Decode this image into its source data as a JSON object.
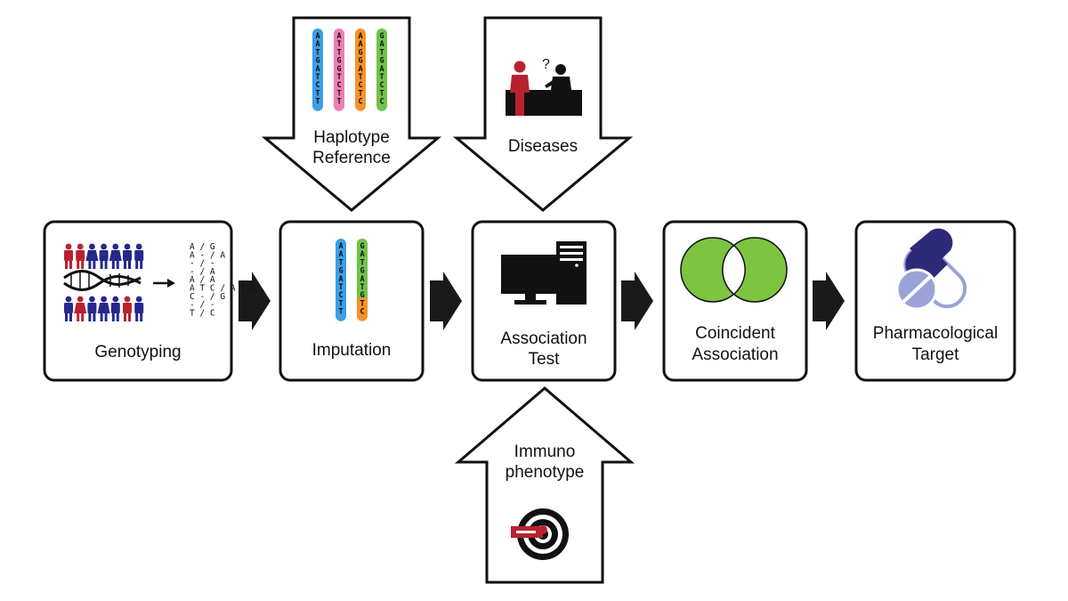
{
  "steps": [
    {
      "id": "genotyping",
      "lines": [
        "Genotyping"
      ]
    },
    {
      "id": "imputation",
      "lines": [
        "Imputation"
      ]
    },
    {
      "id": "association-test",
      "lines": [
        "Association",
        "Test"
      ]
    },
    {
      "id": "coincident-association",
      "lines": [
        "Coincident",
        "Association"
      ]
    },
    {
      "id": "pharmacological-target",
      "lines": [
        "Pharmacological",
        "Target"
      ]
    }
  ],
  "inputs": {
    "haplotype": {
      "lines": [
        "Haplotype",
        "Reference"
      ]
    },
    "diseases": {
      "lines": [
        "Diseases"
      ]
    },
    "immuno": {
      "lines": [
        "Immuno",
        "phenotype"
      ]
    }
  },
  "doctor_question": "?",
  "haplotype_strands": [
    {
      "color": "#3b9ee8",
      "seq": "AATGATCTT"
    },
    {
      "color": "#f07cb4",
      "seq": "ATTGGTCTT"
    },
    {
      "color": "#f5922b",
      "seq": "AAGGATCTC"
    },
    {
      "color": "#6fc24a",
      "seq": "GATGATCTC"
    }
  ],
  "imputation_strands": [
    {
      "color": "#3b9ee8",
      "seq": "AATGATCTT"
    },
    {
      "color": "#6fc24a",
      "seq": "GATGAT",
      "color2": "#f5922b",
      "seq2": "GTC"
    }
  ],
  "genotype_rows": [
    [
      "A",
      "/",
      "G"
    ],
    [
      "A",
      "-",
      "/",
      "A"
    ],
    [
      "-",
      "/",
      "-"
    ],
    [
      "-",
      "/",
      "A"
    ],
    [
      "A",
      "/",
      "A"
    ],
    [
      "A",
      "T",
      "C",
      "/",
      "A",
      "T",
      "G"
    ],
    [
      "C",
      "-",
      "/",
      "G"
    ],
    [
      "-",
      "/",
      "-"
    ],
    [
      "T",
      "/",
      "C"
    ]
  ],
  "colors": {
    "red": "#b8222e",
    "blue": "#26288c",
    "green": "#7dc540",
    "pill_dark": "#2d2a78",
    "pill_light": "#9aa3d8",
    "dark": "#222222"
  }
}
